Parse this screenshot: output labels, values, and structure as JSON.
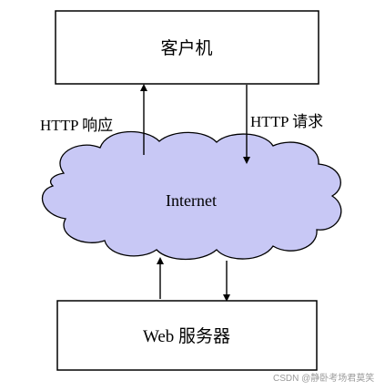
{
  "diagram": {
    "client": {
      "label": "客户机"
    },
    "server": {
      "label": "Web 服务器"
    },
    "cloud": {
      "label": "Internet"
    },
    "edges": {
      "response": {
        "label": "HTTP 响应"
      },
      "request": {
        "label": "HTTP 请求"
      }
    }
  },
  "colors": {
    "cloud_fill": "#c8c8f5",
    "stroke": "#000000",
    "box_fill": "#ffffff",
    "watermark": "#9a9a9a"
  },
  "watermark": {
    "text": "CSDN @静卧考场君莫笑"
  }
}
